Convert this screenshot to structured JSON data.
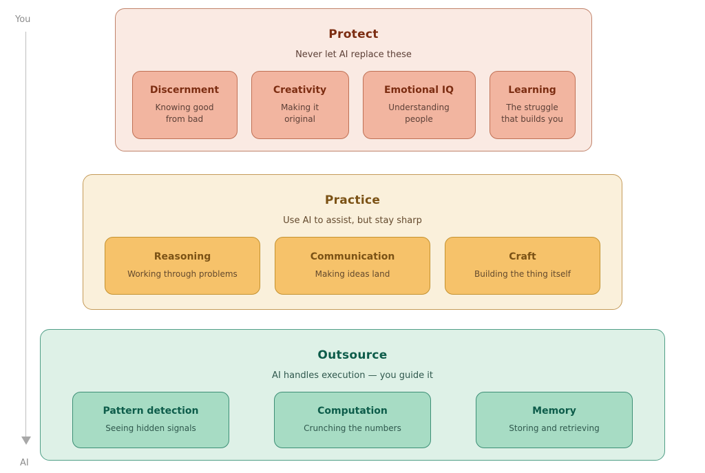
{
  "axis": {
    "top_label": "You",
    "bottom_label": "AI"
  },
  "sections": [
    {
      "id": "protect",
      "title": "Protect",
      "subtitle": "Never let AI replace these",
      "accent_color": "#7c2d12",
      "panel_bg": "#faeae3",
      "card_bg": "#f2b5a0",
      "cards": [
        {
          "title": "Discernment",
          "subtitle": "Knowing good\nfrom bad"
        },
        {
          "title": "Creativity",
          "subtitle": "Making it\noriginal"
        },
        {
          "title": "Emotional IQ",
          "subtitle": "Understanding\npeople"
        },
        {
          "title": "Learning",
          "subtitle": "The struggle\nthat builds you"
        }
      ]
    },
    {
      "id": "practice",
      "title": "Practice",
      "subtitle": "Use AI to assist, but stay sharp",
      "accent_color": "#7b5215",
      "panel_bg": "#faf0db",
      "card_bg": "#f6c26a",
      "cards": [
        {
          "title": "Reasoning",
          "subtitle": "Working through problems"
        },
        {
          "title": "Communication",
          "subtitle": "Making ideas land"
        },
        {
          "title": "Craft",
          "subtitle": "Building the thing itself"
        }
      ]
    },
    {
      "id": "outsource",
      "title": "Outsource",
      "subtitle": "AI handles execution — you guide it",
      "accent_color": "#0d5c4a",
      "panel_bg": "#def1e7",
      "card_bg": "#a7dcc4",
      "cards": [
        {
          "title": "Pattern detection",
          "subtitle": "Seeing hidden signals"
        },
        {
          "title": "Computation",
          "subtitle": "Crunching the numbers"
        },
        {
          "title": "Memory",
          "subtitle": "Storing and retrieving"
        }
      ]
    }
  ],
  "axis_color": "#8c8c8c"
}
